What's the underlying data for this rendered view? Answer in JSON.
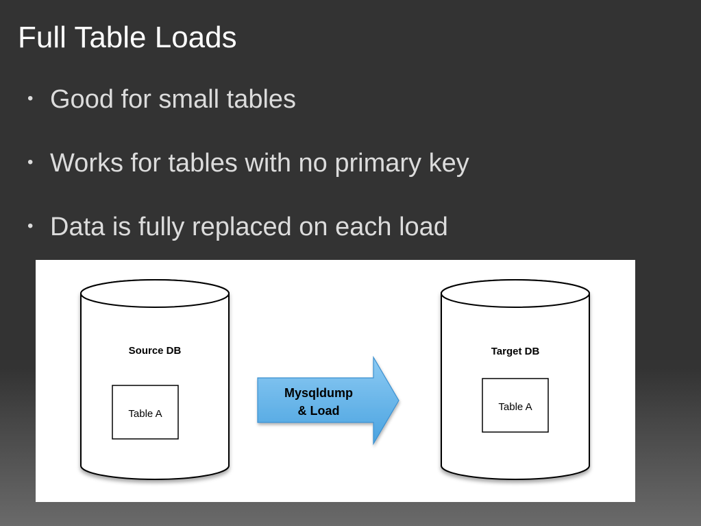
{
  "slide": {
    "title": "Full Table Loads",
    "bullets": [
      {
        "marker": "•",
        "text": "Good for small tables"
      },
      {
        "marker": "•",
        "text": "Works for tables with no primary key"
      },
      {
        "marker": "•",
        "text": "Data is fully replaced on each load"
      }
    ]
  },
  "diagram": {
    "source": {
      "label": "Source DB",
      "table": "Table A"
    },
    "target": {
      "label": "Target DB",
      "table": "Table A"
    },
    "arrow": {
      "line1": "Mysqldump",
      "line2": "& Load",
      "fill": "#5aaee6"
    }
  }
}
